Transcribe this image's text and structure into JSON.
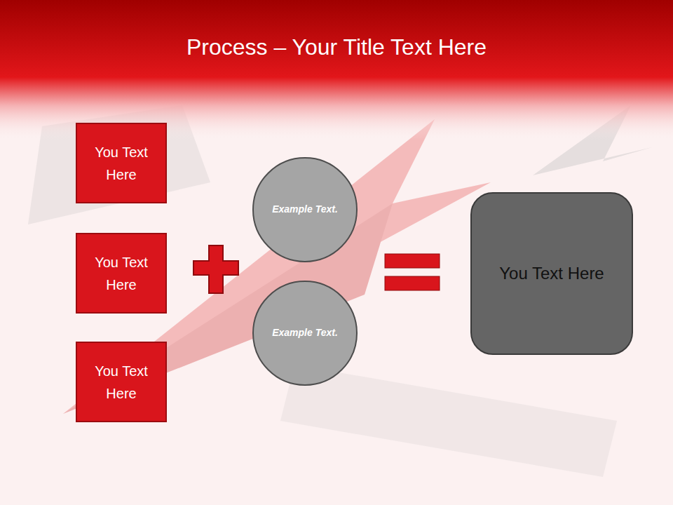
{
  "diagram": {
    "title": "Process – Your Title Text Here",
    "nodes": [
      {
        "text": [
          "You Text Here"
        ]
      },
      {
        "text": [
          "You Text Here"
        ]
      },
      {
        "text": [
          "You Text Here"
        ]
      },
      {
        "text": [
          "Example Text."
        ]
      },
      {
        "text": [
          "Example Text."
        ]
      },
      {
        "text": [
          "You Text Here"
        ]
      }
    ]
  }
}
